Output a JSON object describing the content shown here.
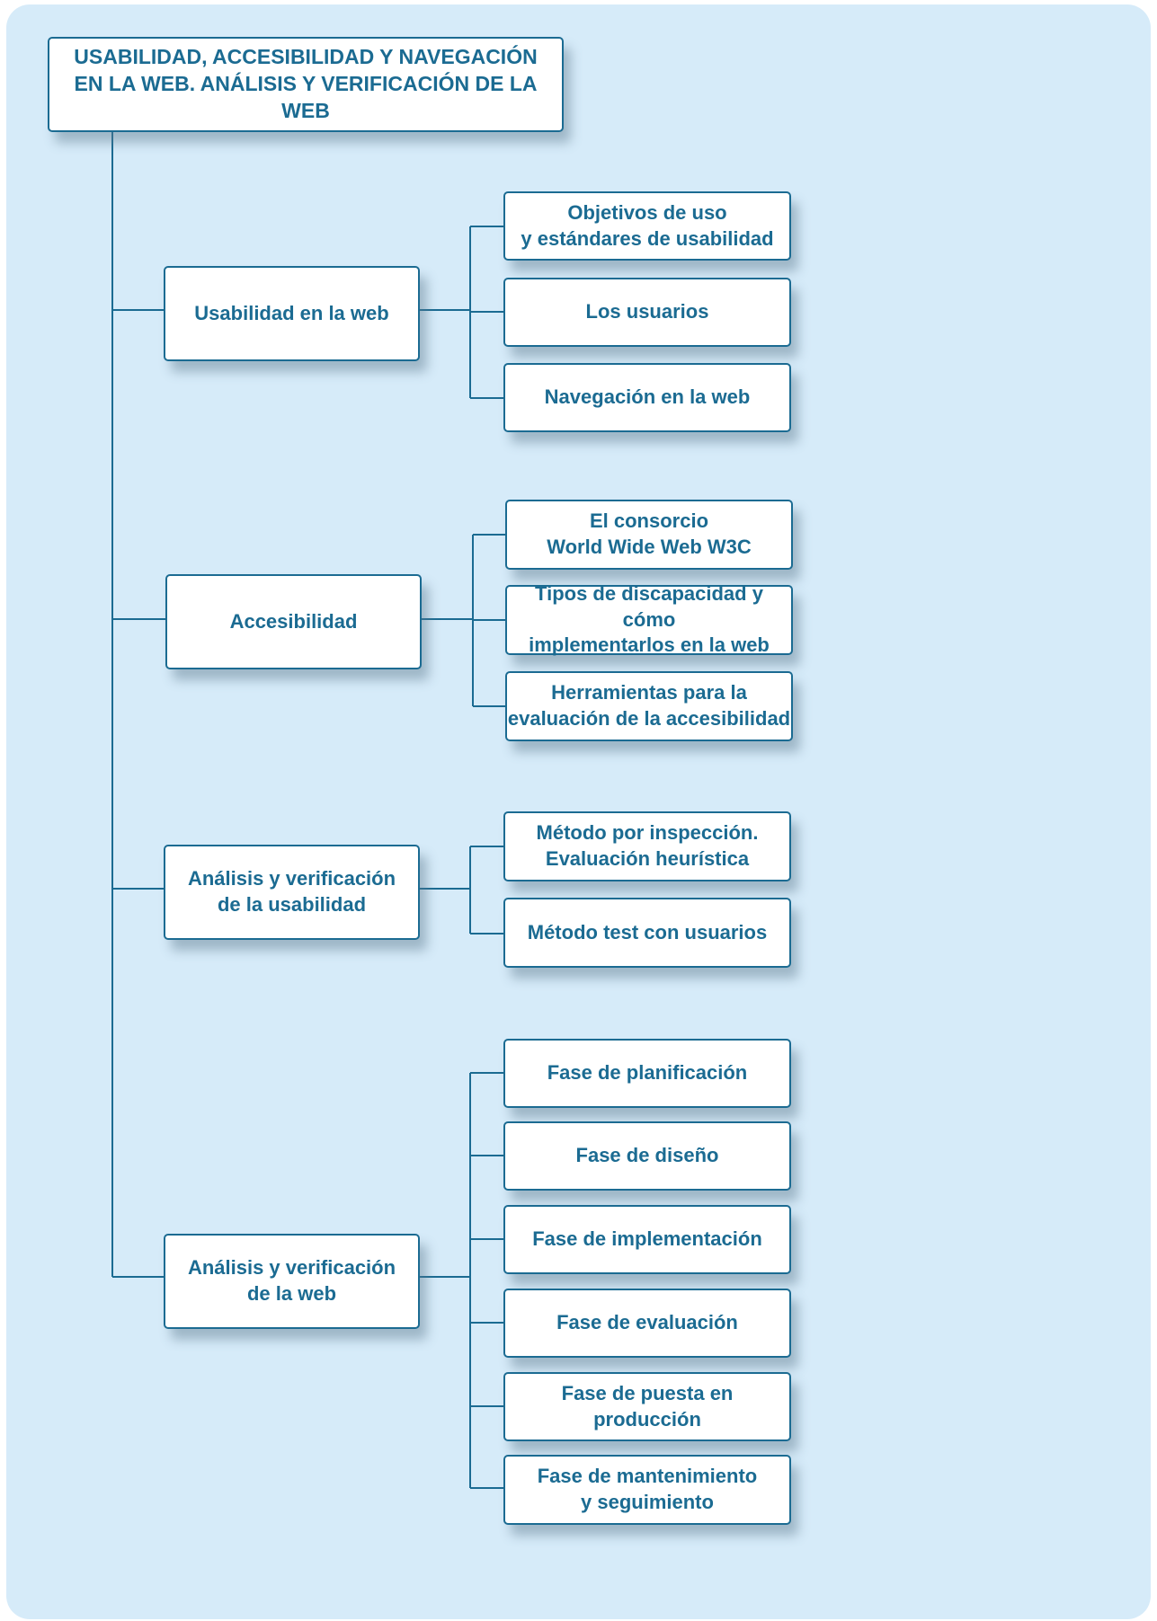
{
  "root": {
    "label": "USABILIDAD, ACCESIBILIDAD Y NAVEGACIÓN\nEN LA WEB. ANÁLISIS Y VERIFICACIÓN DE LA WEB"
  },
  "branches": [
    {
      "label": "Usabilidad en la web",
      "children": [
        "Objetivos de uso\ny estándares de usabilidad",
        "Los usuarios",
        "Navegación en la web"
      ]
    },
    {
      "label": "Accesibilidad",
      "children": [
        "El consorcio\nWorld Wide Web W3C",
        "Tipos de discapacidad y cómo\nimplementarlos en la web",
        "Herramientas para la\nevaluación de la accesibilidad"
      ]
    },
    {
      "label": "Análisis y verificación\nde la usabilidad",
      "children": [
        "Método por inspección.\nEvaluación heurística",
        "Método test con usuarios"
      ]
    },
    {
      "label": "Análisis y verificación\nde la web",
      "children": [
        "Fase de planificación",
        "Fase de diseño",
        "Fase de implementación",
        "Fase de evaluación",
        "Fase de puesta en producción",
        "Fase de mantenimiento\ny seguimiento"
      ]
    }
  ]
}
